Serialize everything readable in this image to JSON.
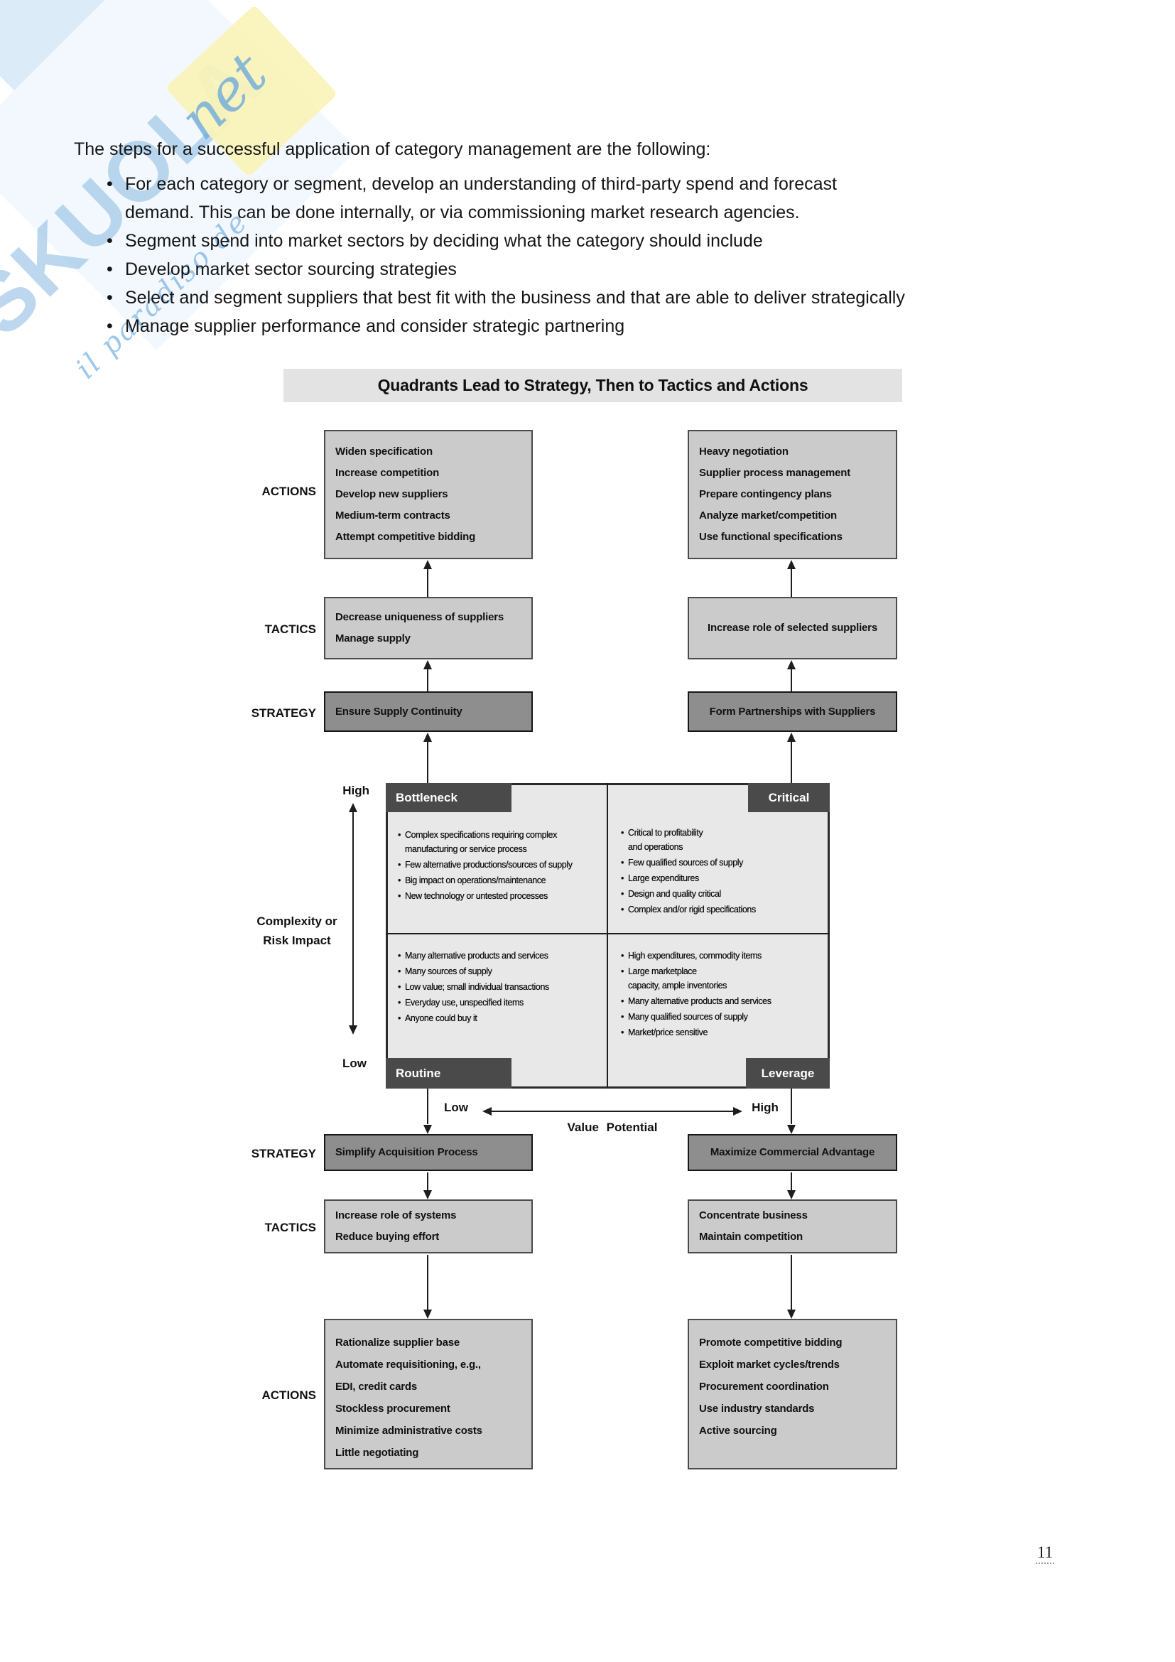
{
  "page": {
    "number": "11"
  },
  "intro": {
    "heading": "The steps for a successful application of category management are the following:",
    "bullets": [
      "For each category or segment, develop an understanding of third-party spend and forecast\ndemand. This can be done internally, or via commissioning market research agencies.",
      "Segment spend into market sectors by deciding what the category should include",
      "Develop market sector sourcing strategies",
      "Select and segment suppliers that best fit with the business and that are able to deliver strategically",
      "Manage supplier performance and consider strategic partnering"
    ]
  },
  "watermark": {
    "brand": "SKUOLA",
    "suffix": "net",
    "tagline": "il paradiso de"
  },
  "diagram": {
    "title": "Quadrants Lead to Strategy, Then to Tactics and Actions",
    "labels": {
      "actions": "ACTIONS",
      "tactics": "TACTICS",
      "strategy": "STRATEGY"
    },
    "top": {
      "actions_left": [
        "Widen specification",
        "Increase competition",
        "Develop new suppliers",
        "Medium-term contracts",
        "Attempt competitive bidding"
      ],
      "actions_right": [
        "Heavy negotiation",
        "Supplier process management",
        "Prepare contingency plans",
        "Analyze market/competition",
        "Use functional specifications"
      ],
      "tactics_left": [
        "Decrease uniqueness of suppliers",
        "Manage supply"
      ],
      "tactics_right": [
        "Increase role of selected suppliers"
      ],
      "strategy_left": "Ensure Supply Continuity",
      "strategy_right": "Form Partnerships with Suppliers"
    },
    "matrix": {
      "bottleneck": {
        "label": "Bottleneck",
        "bullets": [
          "Complex specifications requiring complex\nmanufacturing or service process",
          "Few alternative productions/sources of supply",
          "Big impact on operations/maintenance",
          "New technology or untested processes"
        ]
      },
      "critical": {
        "label": "Critical",
        "bullets": [
          "Critical to profitability\nand operations",
          "Few qualified sources of supply",
          "Large expenditures",
          "Design and quality critical",
          "Complex and/or rigid specifications"
        ]
      },
      "routine": {
        "label": "Routine",
        "bullets": [
          "Many alternative products and services",
          "Many sources of supply",
          "Low value; small individual transactions",
          "Everyday use, unspecified items",
          "Anyone could buy it"
        ]
      },
      "leverage": {
        "label": "Leverage",
        "bullets": [
          "High expenditures, commodity items",
          "Large marketplace\ncapacity, ample inventories",
          "Many alternative products and services",
          "Many qualified sources of supply",
          "Market/price sensitive"
        ]
      },
      "y_axis": {
        "high": "High",
        "low": "Low",
        "label": "Complexity or\nRisk Impact"
      },
      "x_axis": {
        "low": "Low",
        "high": "High",
        "label": "Value Potential"
      }
    },
    "bottom": {
      "strategy_left": "Simplify Acquisition Process",
      "strategy_right": "Maximize Commercial Advantage",
      "tactics_left": [
        "Increase role of systems",
        "Reduce buying effort"
      ],
      "tactics_right": [
        "Concentrate business",
        "Maintain competition"
      ],
      "actions_left": [
        "Rationalize supplier base",
        "Automate requisitioning, e.g.,",
        "EDI, credit cards",
        "Stockless procurement",
        "Minimize administrative costs",
        "Little negotiating"
      ],
      "actions_right": [
        "Promote competitive bidding",
        "Exploit market cycles/trends",
        "Procurement coordination",
        "Use industry standards",
        "Active sourcing"
      ]
    }
  }
}
